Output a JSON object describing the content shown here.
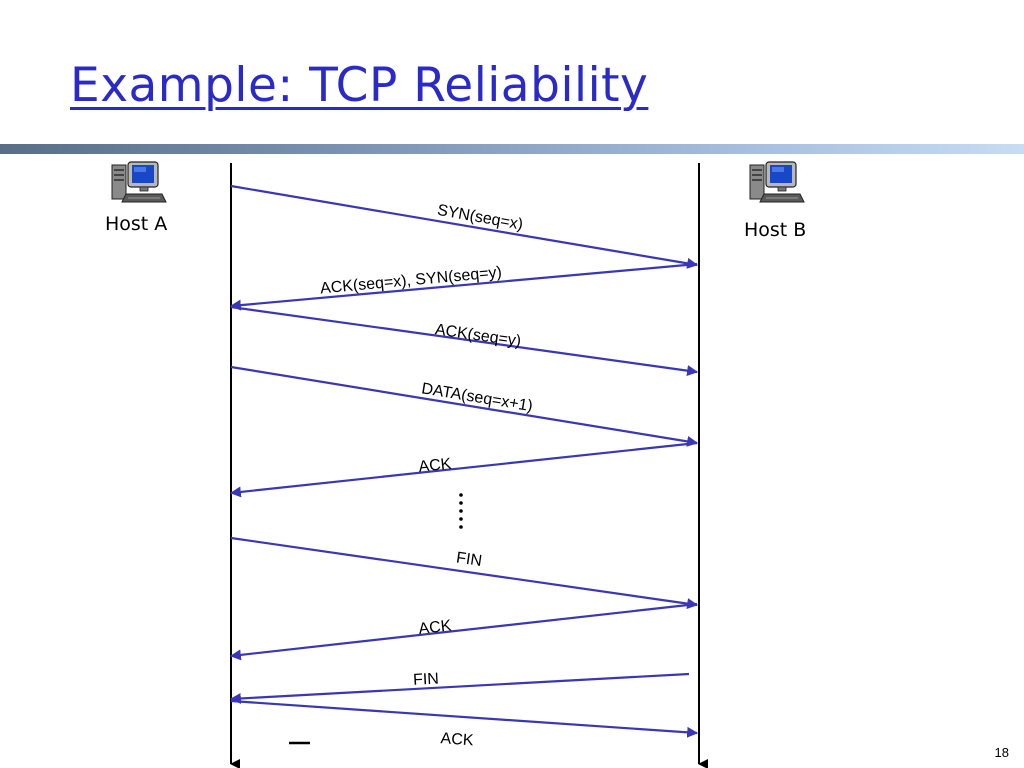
{
  "slide": {
    "title": "Example: TCP Reliability",
    "page_number": "18"
  },
  "hosts": {
    "a": {
      "label": "Host A",
      "icon": "computer-icon"
    },
    "b": {
      "label": "Host B",
      "icon": "computer-icon"
    }
  },
  "messages": [
    {
      "label": "SYN(seq=x)",
      "from": "A",
      "to": "B"
    },
    {
      "label": "ACK(seq=x), SYN(seq=y)",
      "from": "B",
      "to": "A"
    },
    {
      "label": "ACK(seq=y)",
      "from": "A",
      "to": "B"
    },
    {
      "label": "DATA(seq=x+1)",
      "from": "A",
      "to": "B"
    },
    {
      "label": "ACK",
      "from": "B",
      "to": "A"
    },
    {
      "label": "FIN",
      "from": "A",
      "to": "B"
    },
    {
      "label": "ACK",
      "from": "B",
      "to": "A"
    },
    {
      "label": "FIN",
      "from": "B",
      "to": "A"
    },
    {
      "label": "ACK",
      "from": "A",
      "to": "B"
    }
  ],
  "colors": {
    "title": "#2a2ac8",
    "arrow": "#3a36b8",
    "timeline": "#000000"
  }
}
